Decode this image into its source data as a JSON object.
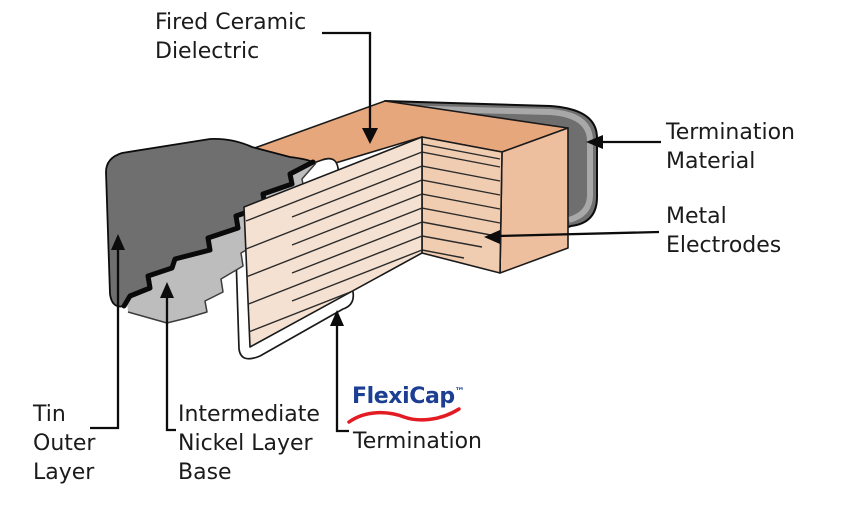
{
  "figure": {
    "type": "diagram",
    "subject": "FlexiCap multilayer ceramic chip capacitor construction cutaway",
    "labels": {
      "fired_ceramic_dielectric": "Fired Ceramic\nDielectric",
      "termination_material": "Termination\nMaterial",
      "metal_electrodes": "Metal\nElectrodes",
      "tin_outer_layer": "Tin\nOuter\nLayer",
      "intermediate_nickel_layer_base": "Intermediate\nNickel Layer\nBase",
      "flexicap_brand": "FlexiCap",
      "trademark": "™",
      "flexicap_termination": "Termination"
    },
    "parts": [
      "fired-ceramic-dielectric",
      "termination-material-cap",
      "metal-electrodes",
      "tin-outer-layer",
      "intermediate-nickel-layer-base",
      "flexicap-termination-layer"
    ],
    "colors": {
      "ceramic-top": "#e7a77d",
      "ceramic-front": "#edbf9f",
      "ceramic-cut-side": "#f0ccb1",
      "ceramic-section": "#f5e1d1",
      "tin": "#6f6f6f",
      "nickel": "#bdbdbd",
      "cap-highlight": "#a8a8a8",
      "flexicap-white": "#ffffff",
      "flexicap-blue": "#1c3f94",
      "swoosh-red": "#e31b23",
      "text": "#1b1b1b"
    }
  }
}
